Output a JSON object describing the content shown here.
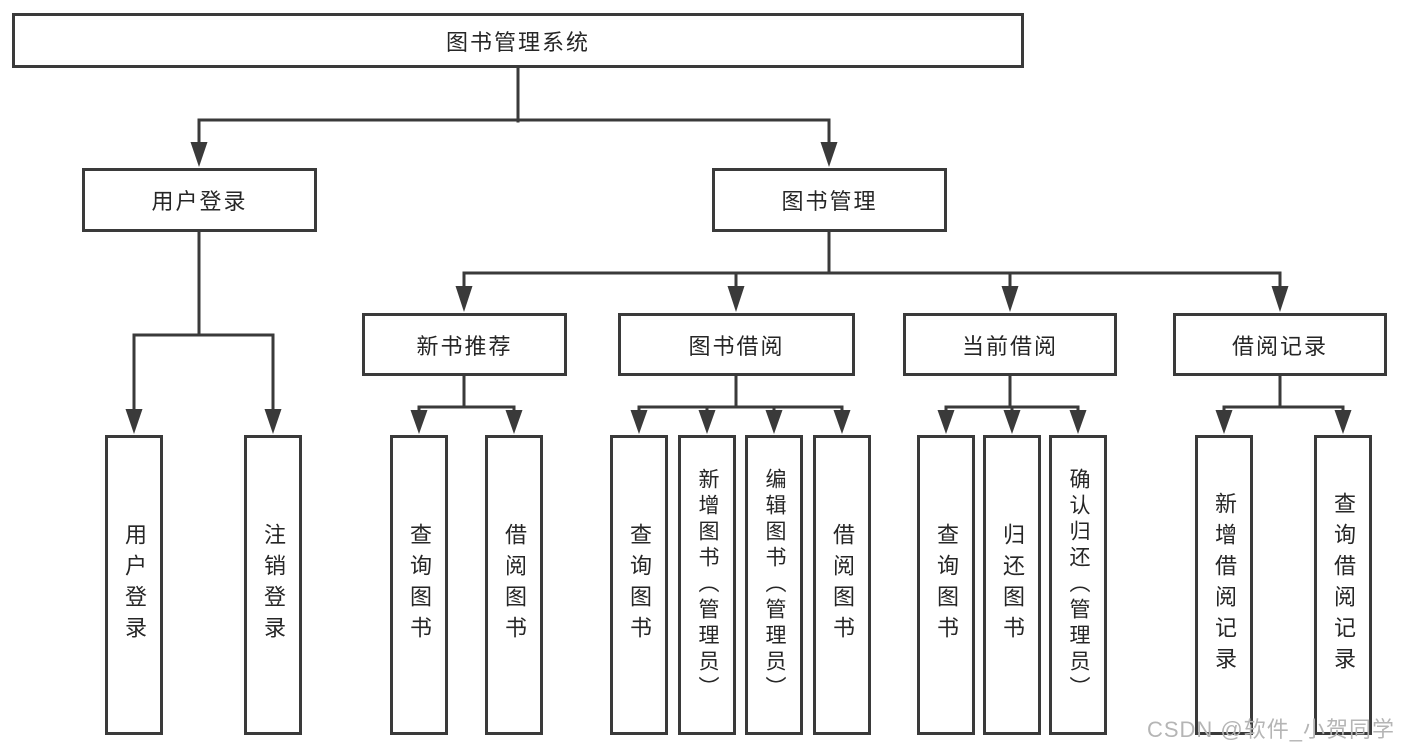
{
  "diagram": {
    "colors": {
      "line": "#3a3a3a",
      "text": "#262626",
      "background": "#ffffff",
      "watermark": "#b5b5b5"
    },
    "watermark": "CSDN @软件_小贺同学",
    "root": {
      "label": "图书管理系统"
    },
    "branches": [
      {
        "label": "用户登录",
        "children": [
          {
            "label": "用户登录"
          },
          {
            "label": "注销登录"
          }
        ]
      },
      {
        "label": "图书管理",
        "children": [
          {
            "label": "新书推荐",
            "children": [
              {
                "label": "查询图书"
              },
              {
                "label": "借阅图书"
              }
            ]
          },
          {
            "label": "图书借阅",
            "children": [
              {
                "label": "查询图书"
              },
              {
                "label": "新增图书（管理员）"
              },
              {
                "label": "编辑图书（管理员）"
              },
              {
                "label": "借阅图书"
              }
            ]
          },
          {
            "label": "当前借阅",
            "children": [
              {
                "label": "查询图书"
              },
              {
                "label": "归还图书"
              },
              {
                "label": "确认归还（管理员）"
              }
            ]
          },
          {
            "label": "借阅记录",
            "children": [
              {
                "label": "新增借阅记录"
              },
              {
                "label": "查询借阅记录"
              }
            ]
          }
        ]
      }
    ]
  }
}
